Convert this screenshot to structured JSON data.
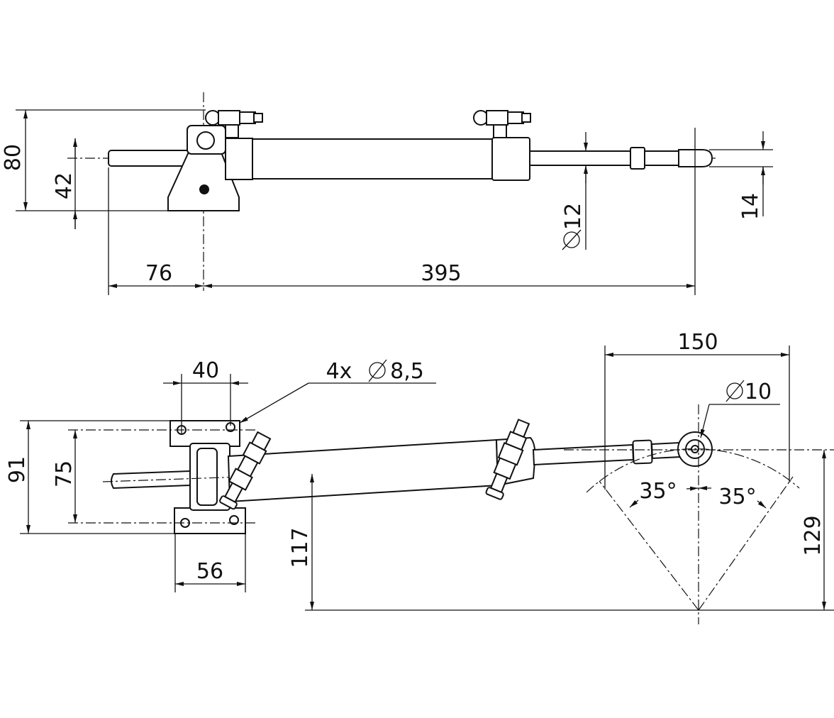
{
  "drawing": {
    "side_view": {
      "height_overall": "80",
      "height_pivot": "42",
      "rod_diameter": "12",
      "rod_end_width": "14",
      "length_to_pivot": "76",
      "length_pivot_to_end": "395"
    },
    "top_view": {
      "bracket_width": "40",
      "mounting_holes_count": "4x",
      "mounting_holes_diameter": "8,5",
      "rod_end_hole_diameter": "10",
      "swing_span": "150",
      "bracket_height_outer": "91",
      "bracket_height_holes": "75",
      "bracket_base_width": "56",
      "pivot_offset": "117",
      "swing_radius": "129",
      "angle_left": "35°",
      "angle_right": "35°"
    }
  }
}
